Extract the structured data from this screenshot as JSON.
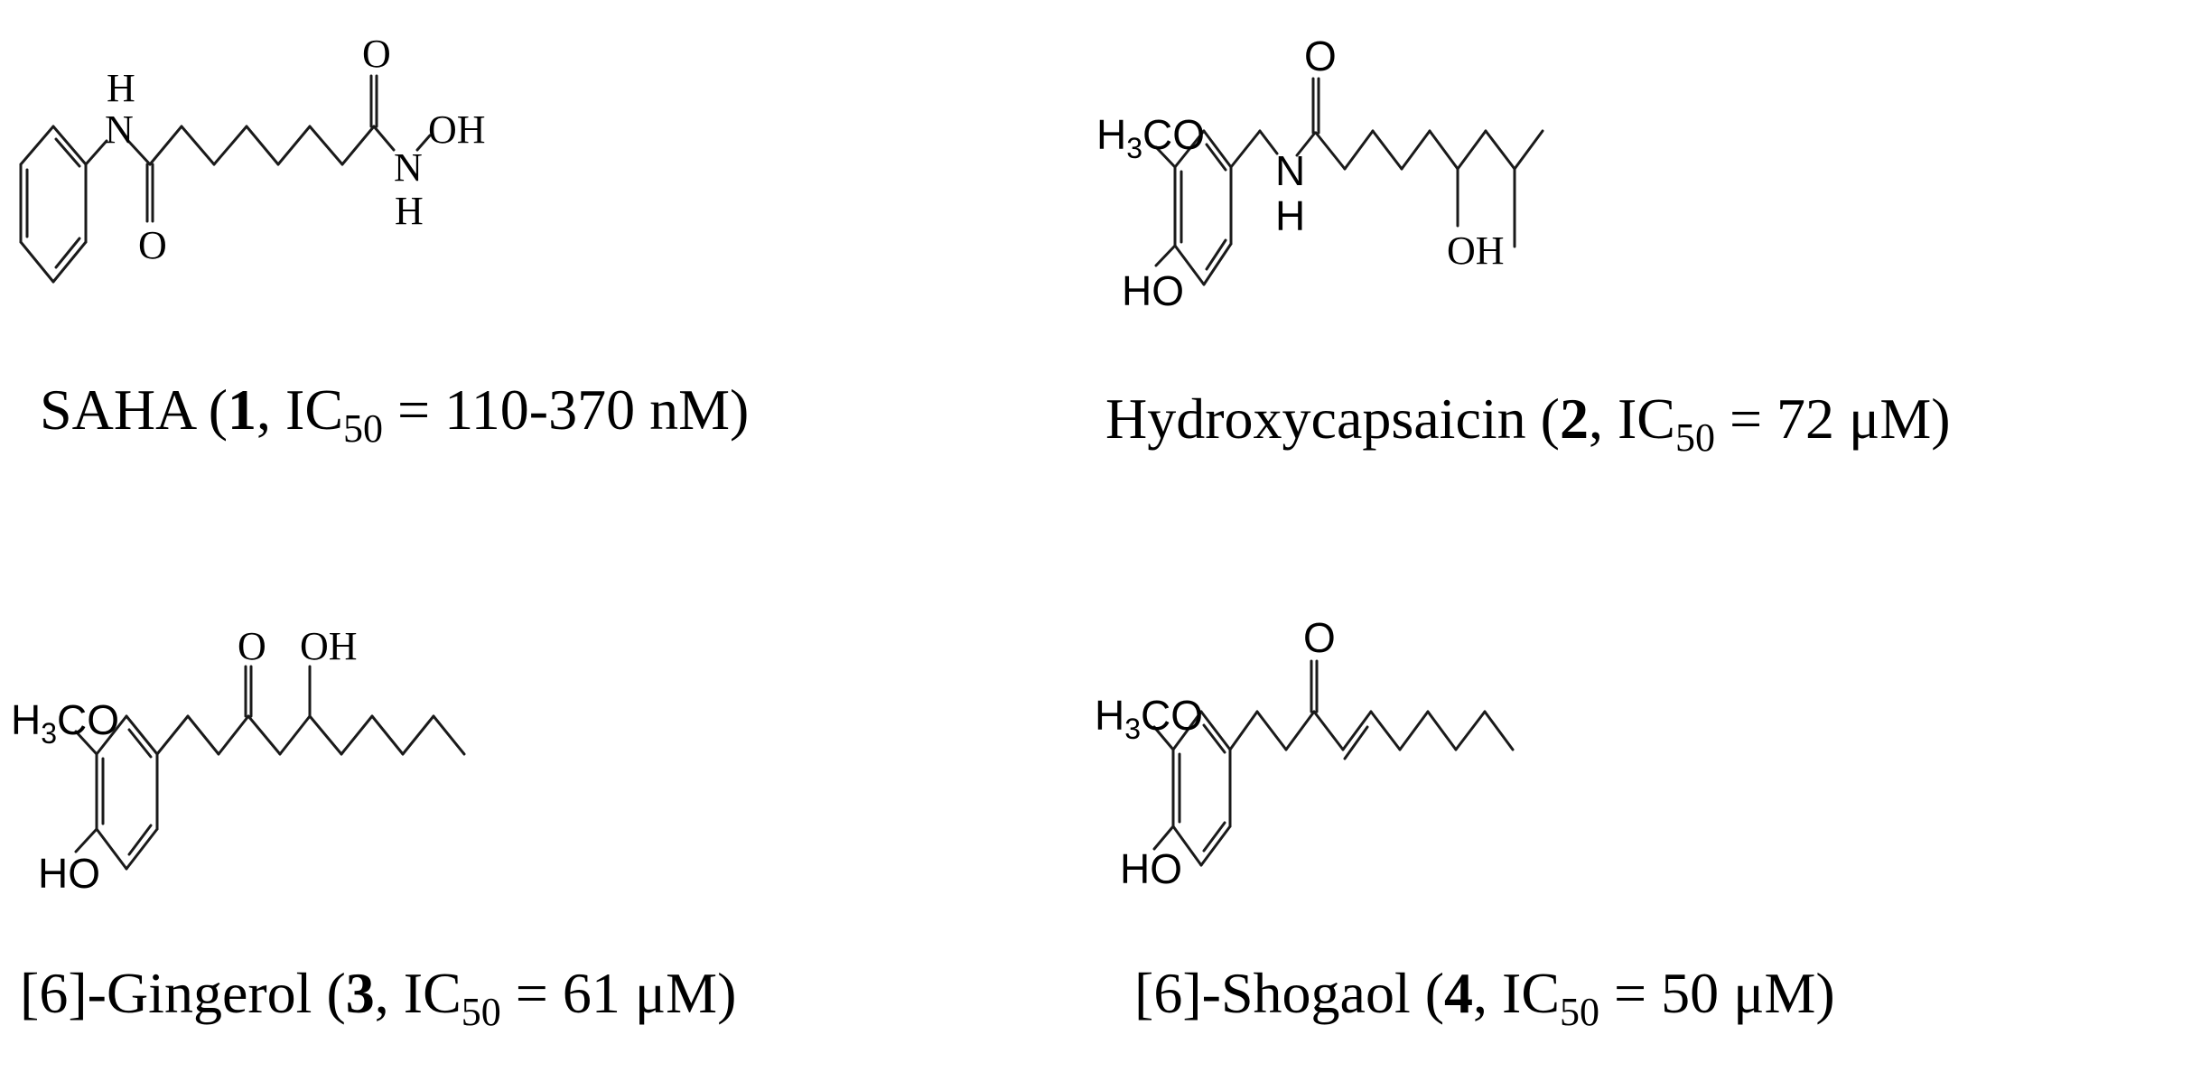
{
  "figure": {
    "compounds": [
      {
        "id": "1",
        "name": "SAHA",
        "number": "1",
        "ic50_label": "IC",
        "ic50_sub": "50",
        "ic50_value": "= 110-370 nM",
        "caption_prefix": "SAHA (",
        "caption_suffix": ")",
        "atoms": [
          "N-H",
          "O",
          "O",
          "N-H",
          "OH"
        ],
        "labels": {
          "nh_h": "H",
          "nh_n": "N",
          "amide_o": "O",
          "hydroxamate_o": "O",
          "hydroxamate_n": "N",
          "hydroxamate_h": "H",
          "hydroxamate_oh": "OH"
        }
      },
      {
        "id": "2",
        "name": "Hydroxycapsaicin",
        "number": "2",
        "ic50_label": "IC",
        "ic50_sub": "50",
        "ic50_value": "= 72 μM",
        "caption_prefix": "Hydroxycapsaicin (",
        "caption_suffix": ")",
        "labels": {
          "methoxy_h": "H",
          "methoxy_3": "3",
          "methoxy_co": "CO",
          "phenol": "HO",
          "amide_n": "N",
          "amide_h": "H",
          "carbonyl_o": "O",
          "hydroxyl": "OH"
        }
      },
      {
        "id": "3",
        "name": "[6]-Gingerol",
        "number": "3",
        "ic50_label": "IC",
        "ic50_sub": "50",
        "ic50_value": "= 61 μM",
        "caption_prefix": "[6]-Gingerol (",
        "caption_suffix": ")",
        "labels": {
          "methoxy_h": "H",
          "methoxy_3": "3",
          "methoxy_co": "CO",
          "phenol": "HO",
          "carbonyl_o": "O",
          "hydroxyl": "OH"
        }
      },
      {
        "id": "4",
        "name": "[6]-Shogaol",
        "number": "4",
        "ic50_label": "IC",
        "ic50_sub": "50",
        "ic50_value": "= 50 μM",
        "caption_prefix": "[6]-Shogaol (",
        "caption_suffix": ")",
        "labels": {
          "methoxy_h": "H",
          "methoxy_3": "3",
          "methoxy_co": "CO",
          "phenol": "HO",
          "carbonyl_o": "O"
        }
      }
    ]
  }
}
